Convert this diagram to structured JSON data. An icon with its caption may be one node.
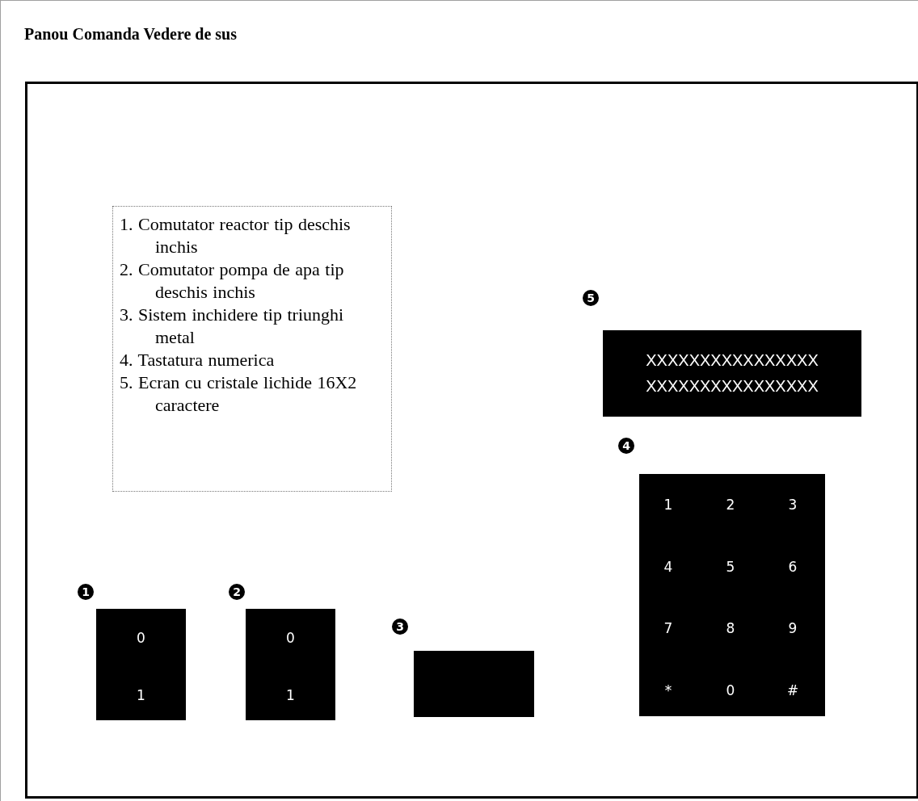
{
  "diagram": {
    "title": "Panou Comanda Vedere de sus",
    "nodes": [
      {
        "text": [],
        "shape": "box"
      },
      {
        "text": [
          "1. Comutator reactor tip deschis inchis",
          "2. Comutator pompa de apa tip deschis inchis",
          "3. Sistem inchidere tip triunghi metal",
          "4. Tastatura numerica",
          "5. Ecran cu cristale lichide 16X2 caractere"
        ],
        "in": 0
      },
      {
        "text": [
          "XXXXXXXXXXXXXXXX",
          "XXXXXXXXXXXXXXXX"
        ],
        "in": 0,
        "beside": [
          "5"
        ]
      },
      {
        "text": [
          "1",
          "2",
          "3",
          "4",
          "5",
          "6",
          "7",
          "8",
          "9",
          "*",
          "0",
          "#"
        ],
        "in": 0,
        "beside": [
          "4"
        ]
      },
      {
        "text": [
          "0",
          "1"
        ],
        "in": 0,
        "beside": [
          "1"
        ]
      },
      {
        "text": [
          "0",
          "1"
        ],
        "in": 0,
        "beside": [
          "2"
        ]
      },
      {
        "text": [],
        "shape": "box",
        "in": 0,
        "beside": [
          "3"
        ]
      }
    ]
  }
}
